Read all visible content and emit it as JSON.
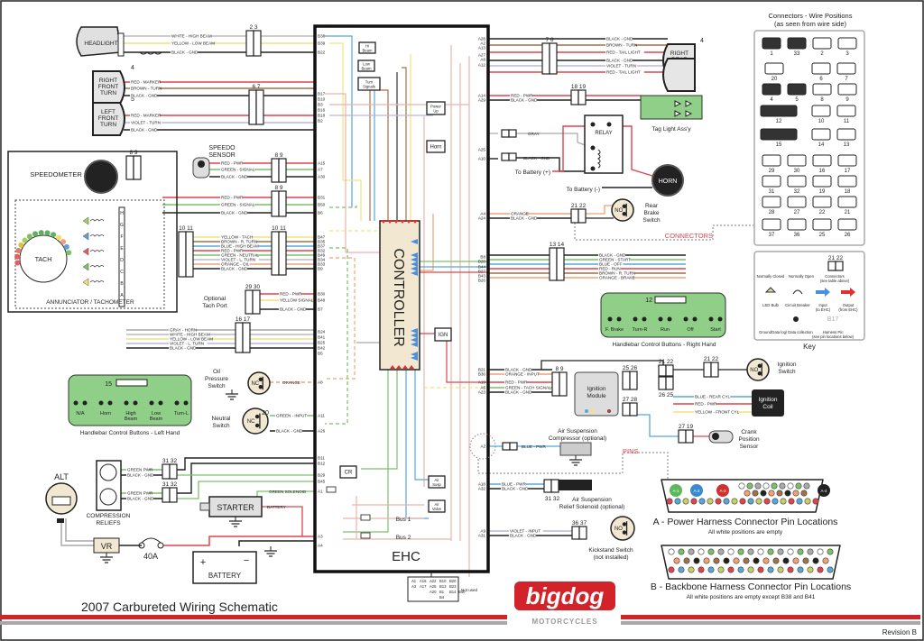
{
  "title": "2007 Carbureted Wiring Schematic",
  "revision": "Revision B",
  "brand": {
    "name": "bigdog",
    "sub": "MOTORCYCLES",
    "color": "#d2232a"
  },
  "colors": {
    "red": "#e0434b",
    "brown": "#a0714a",
    "black": "#222222",
    "white": "#bbbbbb",
    "yellow": "#f2e27a",
    "green": "#7cc16a",
    "blue": "#56a8d8",
    "violet": "#b7b9dc",
    "orange": "#f0a274",
    "gray": "#a8a8a8",
    "pink": "#e8b4ac",
    "green_fill": "#8fcf88",
    "tan": "#f2e8d2"
  },
  "ehc": {
    "label": "EHC",
    "controller": "CONTROLLER",
    "bus1": "Bus 1",
    "bus2": "Bus 2",
    "modules": [
      "Hi Beam",
      "Low Beam",
      "Turn Signals",
      "Power Up",
      "Horn",
      "IGN",
      "CR",
      "Air Susp",
      "Air Valve"
    ],
    "not_used_label": "Not used",
    "not_used_pins": [
      "A1",
      "A16",
      "A22",
      "B10",
      "B20",
      "A3",
      "A17",
      "A25",
      "B13",
      "B23",
      "A20",
      "B1",
      "B14",
      "B40",
      "B4",
      "B15",
      "B46"
    ]
  },
  "components": {
    "headlight": {
      "label": "HEADLIGHT",
      "connector": "1",
      "wires": [
        "WHITE - HIGH BEAM",
        "YELLOW - LOW BEAM",
        "BLACK - GND"
      ],
      "plug": "2  3",
      "pins": [
        "B38",
        "B39",
        "B22"
      ]
    },
    "right_front_turn": {
      "label": "RIGHT FRONT TURN",
      "connector": "4",
      "wires": [
        "RED - MARKER",
        "BROWN - TURN",
        "BLACK - GND"
      ]
    },
    "left_front_turn": {
      "label": "LEFT FRONT TURN",
      "connector": "5",
      "wires": [
        "RED - MARKER",
        "VIOLET - TURN",
        "BLACK - GND"
      ],
      "plug": "6  7",
      "pins": [
        "B17",
        "B10",
        "B3",
        "B16",
        "B18",
        "B2"
      ]
    },
    "speedometer": {
      "label": "SPEEDOMETER",
      "plug": "8  9"
    },
    "speedo_sensor": {
      "label": "SPEEDO SENSOR",
      "wires": [
        "RED - PWR",
        "GREEN - SIGNAL",
        "BLACK - GND"
      ],
      "plug": "8  9",
      "pins": [
        "A15",
        "A7",
        "A30"
      ]
    },
    "speedo_out": {
      "wires": [
        "RED - PWR",
        "GREEN - SIGNAL",
        "BLACK - GND"
      ],
      "plug": "8  9",
      "pins": [
        "B31",
        "B50",
        "B6"
      ]
    },
    "annunciator": {
      "label": "ANNUNCIATOR / TACHOMETER",
      "tach": "TACH",
      "terminals": [
        "H",
        "G",
        "F",
        "E",
        "D",
        "C",
        "B",
        "A"
      ],
      "plug": "10 11",
      "wires": [
        "YELLOW - TACH",
        "BROWN - R. TURN",
        "BLUE - HIGH BEAM",
        "RED - PWR",
        "GREEN - NEUTRAL",
        "VIOLET - L. TURN",
        "ORANGE - OIL",
        "BLACK - GND"
      ],
      "pins": [
        "B47",
        "B35",
        "B37",
        "B32",
        "B49",
        "B34",
        "B33",
        "B9"
      ]
    },
    "tach_port": {
      "label": "Optional Tach Port",
      "plug": "29 30",
      "wires": [
        "RED - PWR",
        "YELLOW SIGNAL",
        "BLACK - GND"
      ],
      "pins": [
        "B30",
        "B48",
        "B7"
      ]
    },
    "left_hand": {
      "label": "Handlebar Control Buttons - Left Hand",
      "connector": "15",
      "buttons": [
        "N/A",
        "Horn",
        "High Beam",
        "Low Beam",
        "Turn-L"
      ],
      "plug": "16 17",
      "wires": [
        "GRAY - HORN",
        "WHITE - HIGH BEAM",
        "YELLOW - LOW BEAM",
        "VIOLET - L. TURN",
        "BLACK - GND"
      ],
      "pins": [
        "B24",
        "B41",
        "B25",
        "B42",
        "B5"
      ]
    },
    "oil_switch": {
      "label": "Oil Pressure Switch",
      "type": "NC",
      "wire": "ORANGE",
      "pin": "A8"
    },
    "neutral_switch": {
      "label": "Neutral Switch",
      "type": "NC",
      "connector": "20",
      "wires": [
        "GREEN - INPUT",
        "BLACK - GND"
      ],
      "pins": [
        "A11",
        "A26"
      ]
    },
    "alt": {
      "label": "ALT"
    },
    "vr": {
      "label": "VR"
    },
    "breaker": {
      "label": "40A"
    },
    "battery": {
      "label": "BATTERY",
      "plus": "+",
      "minus": "−"
    },
    "compression": {
      "label": "COMPRESSION RELIEFS",
      "plug": "31 32",
      "wires": [
        "GREEN PWR",
        "BLACK - GND"
      ],
      "pins": [
        "B11",
        "B12",
        "B29",
        "B45"
      ]
    },
    "starter": {
      "label": "STARTER",
      "wires": [
        "GREEN SOLENOID",
        "BATTERY"
      ],
      "pins": [
        "A1",
        "A3",
        "A4"
      ]
    },
    "right_rear_turn": {
      "label": "RIGHT REAR TURN",
      "connector": "4",
      "wires": [
        "BLACK - GND",
        "BROWN - TURN",
        "RED - TAIL LIGHT"
      ]
    },
    "left_rear_turn": {
      "label": "LEFT REAR TURN",
      "connector": "5",
      "wires": [
        "BLACK - GND",
        "VIOLET - TURN",
        "RED - TAIL LIGHT"
      ],
      "plug": "7  6",
      "pins": [
        "A28",
        "A2",
        "A13",
        "A27",
        "A6",
        "A12"
      ]
    },
    "tag_light": {
      "label": "Tag Light Ass'y",
      "plug": "18 19",
      "wires": [
        "RED - PWR",
        "BLACK - GND"
      ],
      "pins": [
        "A14",
        "A29"
      ]
    },
    "relay": {
      "label": "RELAY",
      "wires": [
        "GRAY",
        "BLACK - GND"
      ],
      "pins": [
        "A25",
        "A10"
      ],
      "batt_pos": "To Battery (+)",
      "batt_neg": "To Battery (-)"
    },
    "horn": {
      "label": "HORN"
    },
    "rear_brake": {
      "label": "Rear Brake Switch",
      "type": "NO",
      "plug": "21 22",
      "wires": [
        "ORANGE",
        "BLACK - GND"
      ],
      "pins": [
        "A4",
        "A24"
      ]
    },
    "connectors_callout": "CONNECTORS",
    "right_hand": {
      "label": "Handlebar Control Buttons - Right Hand",
      "connector": "12",
      "buttons": [
        "F. Brake",
        "Turn-R",
        "Run",
        "Off",
        "Start"
      ],
      "plug": "13 14",
      "wires": [
        "BLACK - GND",
        "GREEN - START",
        "BLUE - OFF",
        "RED - RUN",
        "BROWN - R. TURN",
        "ORANGE - BRAKE"
      ],
      "pins": [
        "B8",
        "B28",
        "B44",
        "B27",
        "B43",
        "B26"
      ]
    },
    "ignition_module": {
      "label": "Ignition Module",
      "plug": "8  9",
      "wires": [
        "BLACK - GND",
        "ORANGE - INPUT",
        "RED - PWR",
        "GREEN - TACH SIGNAL",
        "BLACK - GND"
      ],
      "pins": [
        "B21",
        "B36",
        "A19",
        "A5",
        "A23"
      ]
    },
    "ignition_switch": {
      "label": "Ignition Switch",
      "type": "NO",
      "plugs": [
        "21 22",
        "21 22"
      ]
    },
    "ignition_coil": {
      "label": "Ignition Coil",
      "plugs": [
        "25 26",
        "26 25",
        "27 28"
      ],
      "wires": [
        "BLUE - REAR CYL",
        "RED - PWR",
        "YELLOW - FRONT CYL"
      ]
    },
    "crank_sensor": {
      "label": "Crank Position Sensor",
      "plug": "27 19"
    },
    "air_compressor": {
      "label": "Air Suspension Compressor (optional)",
      "wire": "BLUE - PWR",
      "pin": "A2"
    },
    "pins_callout": "PINS",
    "air_solenoid": {
      "label": "Air Suspension Relief Solenoid (optional)",
      "plug": "31 32",
      "wires": [
        "BLUE - PWR",
        "BLACK - GND"
      ],
      "pins": [
        "A18",
        "A32"
      ]
    },
    "kickstand": {
      "label": "Kickstand Switch (not installed)",
      "type": "NO",
      "plug": "36 37",
      "wires": [
        "VIOLET - INPUT",
        "BLACK - GND"
      ],
      "pins": [
        "A9",
        "A31"
      ]
    }
  },
  "connector_chart": {
    "title": "Connectors - Wire Positions",
    "subtitle": "(as seen from wire side)",
    "rows": [
      [
        "1",
        "33",
        "2",
        "3"
      ],
      [
        "20",
        "6",
        "7"
      ],
      [
        "4",
        "5",
        "8",
        "9"
      ],
      [
        "12",
        "10",
        "11"
      ],
      [
        "15",
        "14",
        "13"
      ],
      [
        "29",
        "30",
        "16",
        "17"
      ],
      [
        "31",
        "32",
        "19",
        "18"
      ],
      [
        "28",
        "27",
        "22",
        "21"
      ],
      [
        "37",
        "36",
        "25",
        "26"
      ]
    ]
  },
  "key": {
    "title": "Key",
    "items": [
      "Normally Closed",
      "Normally Open",
      "Connectors (see table above)",
      "LED Bulb",
      "Circuit Breaker",
      "Input (to EHC)",
      "Output (from EHC)",
      "Ground",
      "Data log/ Data collection",
      "Harness Pin (see pin locations below)"
    ],
    "sample_pin": "B17",
    "sample_conn": "21 22"
  },
  "pin_a": {
    "title": "A - Power Harness Connector Pin Locations",
    "note": "All white positions are empty",
    "big": [
      "A-1",
      "A-2",
      "A-3",
      "A-4"
    ]
  },
  "pin_b": {
    "title": "B - Backbone Harness Connector Pin Locations",
    "note": "All white positions are empty except B38 and B41"
  }
}
